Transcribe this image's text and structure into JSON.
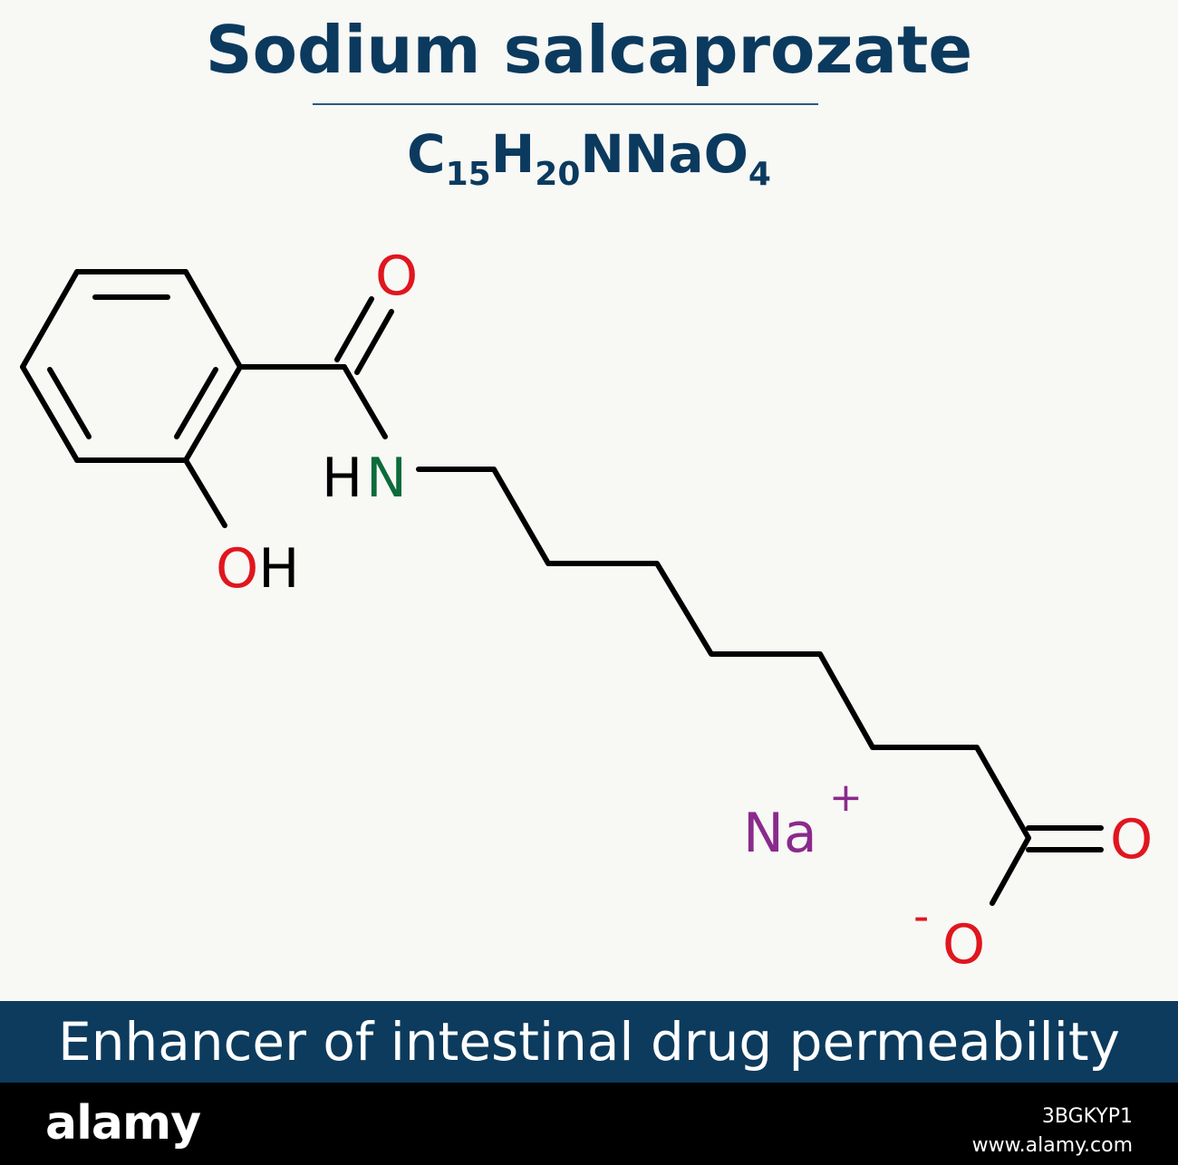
{
  "title": "Sodium salcaprozate",
  "formula": {
    "parts": [
      "C",
      "15",
      "H",
      "20",
      "NNaO",
      "4"
    ]
  },
  "atoms": {
    "carbonyl_o": "O",
    "amide_h": "H",
    "amide_n": "N",
    "hydroxyl": "OH",
    "sodium": "Na",
    "sodium_charge": "+",
    "carboxyl_o": "O",
    "carboxylate_charge": "-",
    "carboxylate_o": "O"
  },
  "colors": {
    "title": "#0b3a5e",
    "bond": "#000000",
    "oxygen": "#e0161e",
    "nitrogen": "#0b6b3a",
    "sodium": "#8a2a8c",
    "caption_bar": "#0c3b5d"
  },
  "caption": "Enhancer of intestinal drug permeability",
  "footer": {
    "brand": "alamy",
    "image_id": "3BGKYP1",
    "url": "www.alamy.com"
  }
}
